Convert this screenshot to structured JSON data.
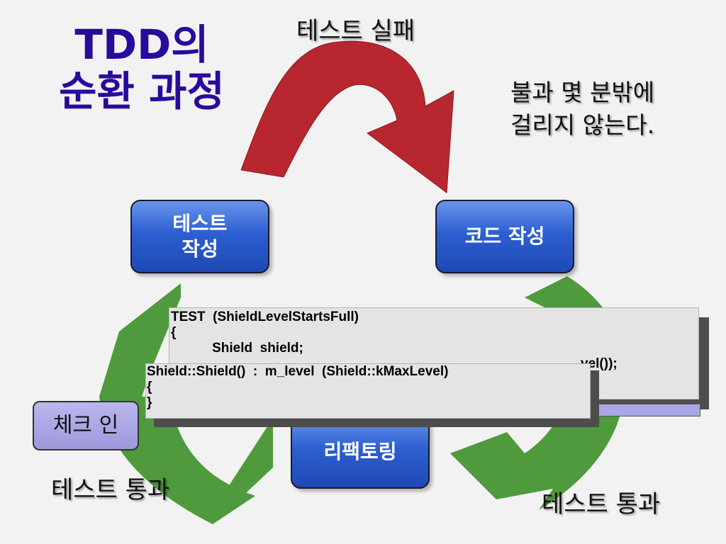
{
  "title": {
    "line1": "TDD의",
    "line2": "순환 과정"
  },
  "captions": {
    "test_fail": "테스트 실패",
    "note_line1": "불과 몇 분밖에",
    "note_line2": "걸리지 않는다.",
    "test_pass_left": "테스트 통과",
    "test_pass_right": "테스트 통과"
  },
  "boxes": {
    "write_test_line1": "테스트",
    "write_test_line2": "작성",
    "write_code": "코드 작성",
    "refactoring": "리팩토링",
    "check_in": "체크 인"
  },
  "code_back": {
    "line1": "TEST  (ShieldLevelStartsFull)",
    "line2": "{",
    "line3": "           Shield  shield;",
    "line4_tail": "vel());"
  },
  "code_front": {
    "line1": "Shield::Shield()  :  m_level  (Shield::kMaxLevel)",
    "line2": "{",
    "line3": "}"
  },
  "colors": {
    "title": "#2a0a9c",
    "red_arrow": "#b8262f",
    "green_arrow": "#4e9a3c",
    "box_blue": "#2c5fd0",
    "check_in_purple": "#a6a3e4"
  }
}
